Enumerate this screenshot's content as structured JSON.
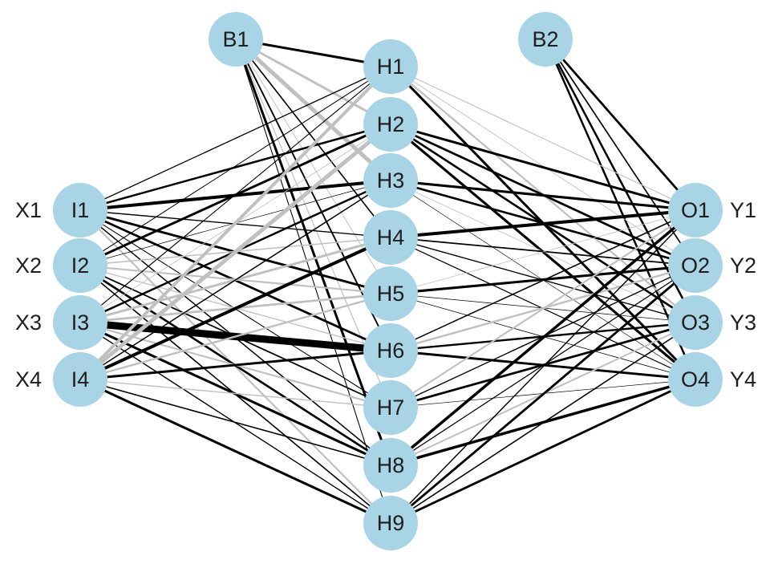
{
  "colors": {
    "node_fill": "#a9d4e6",
    "positive_weight": "#000000",
    "negative_weight": "#c0c0c0",
    "text": "#1e1e1e"
  },
  "input_labels": [
    "X1",
    "X2",
    "X3",
    "X4"
  ],
  "output_labels": [
    "Y1",
    "Y2",
    "Y3",
    "Y4"
  ],
  "nodes": {
    "bias_hidden": "B1",
    "bias_output": "B2",
    "inputs": [
      "I1",
      "I2",
      "I3",
      "I4"
    ],
    "hidden": [
      "H1",
      "H2",
      "H3",
      "H4",
      "H5",
      "H6",
      "H7",
      "H8",
      "H9"
    ],
    "outputs": [
      "O1",
      "O2",
      "O3",
      "O4"
    ]
  }
}
